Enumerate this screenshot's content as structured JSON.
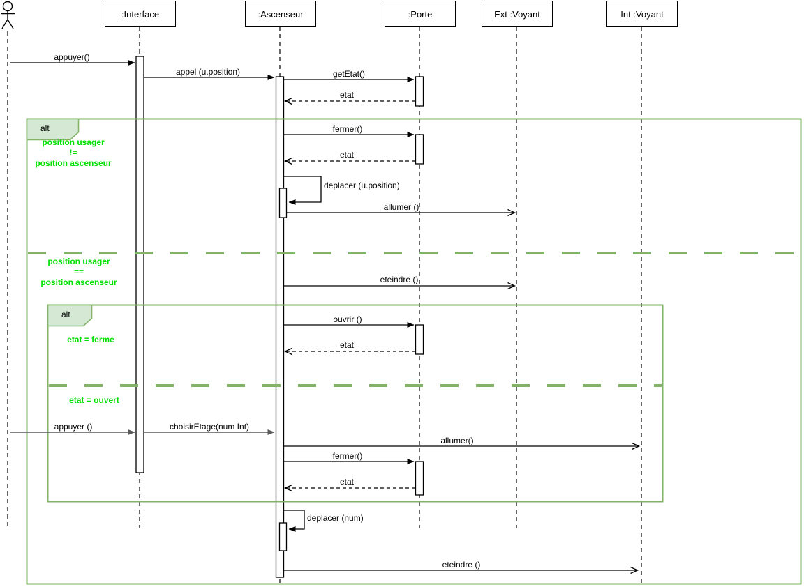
{
  "lifelines": [
    {
      "label": ":Interface"
    },
    {
      "label": ":Ascenseur"
    },
    {
      "label": ":Porte"
    },
    {
      "label": "Ext :Voyant"
    },
    {
      "label": "Int :Voyant"
    }
  ],
  "fragments": {
    "outer": {
      "operator": "alt",
      "guard_top": [
        "position usager",
        "!=",
        "position ascenseur"
      ],
      "guard_bottom": [
        "position usager",
        "==",
        "position ascenseur"
      ]
    },
    "inner": {
      "operator": "alt",
      "guard_top": "etat = ferme",
      "guard_bottom": "etat = ouvert"
    }
  },
  "messages": {
    "appuyer1": "appuyer()",
    "appel": "appel (u.position)",
    "getEtat": "getEtat()",
    "etat1": "etat",
    "fermer1": "fermer()",
    "etat2": "etat",
    "deplacer_u": "deplacer (u.position)",
    "allumer_ext": "allumer ()",
    "eteindre_ext": "eteindre ()",
    "ouvrir": "ouvrir ()",
    "etat3": "etat",
    "appuyer2": "appuyer ()",
    "choisirEtage": "choisirEtage(num Int)",
    "allumer_int": "allumer()",
    "fermer2": "fermer()",
    "etat4": "etat",
    "deplacer_num": "deplacer (num)",
    "eteindre_int": "eteindre ()"
  },
  "colors": {
    "fragment_border": "#82b366",
    "fragment_fill": "#d5e8d4",
    "guard_text": "#00df00",
    "message_color": "#000000",
    "user_message_color": "#595959"
  }
}
